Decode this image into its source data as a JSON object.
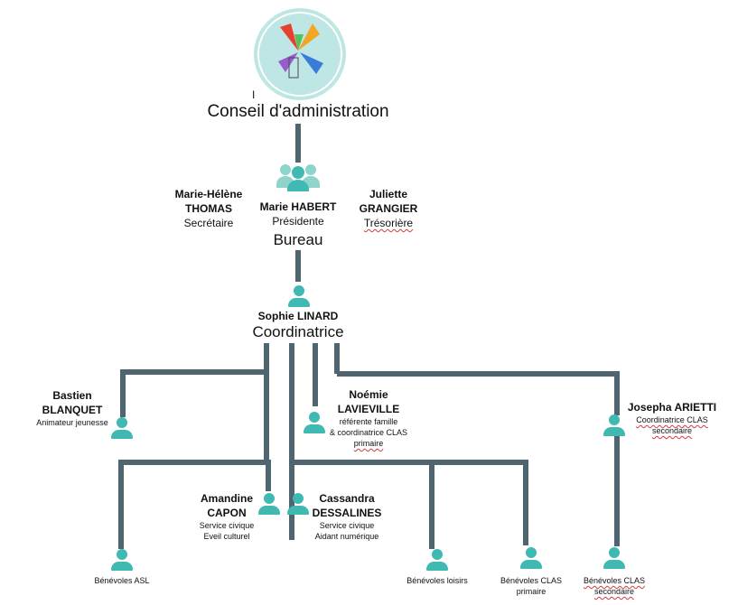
{
  "colors": {
    "accent": "#3fb9b1",
    "line": "#4f6670",
    "logo_bg": "#bde6e4",
    "underline": "#d23b3b"
  },
  "logo": {
    "mark": "I"
  },
  "board": {
    "title": "Conseil d'administration",
    "icon": "people-group-icon"
  },
  "bureau": {
    "title": "Bureau",
    "secretary": {
      "first": "Marie-Hélène",
      "last": "THOMAS",
      "role": "Secrétaire"
    },
    "president": {
      "name": "Marie HABERT",
      "role": "Présidente"
    },
    "treasurer": {
      "first": "Juliette",
      "last": "GRANGIER",
      "role": "Trésorière"
    }
  },
  "coordinator": {
    "name": "Sophie LINARD",
    "role": "Coordinatrice"
  },
  "staff": {
    "bastien": {
      "first": "Bastien",
      "last": "BLANQUET",
      "role": "Animateur jeunesse"
    },
    "noemie": {
      "first": "Noémie",
      "last": "LAVIEVILLE",
      "role1": "référente famille",
      "role2": "& coordinatrice CLAS",
      "role3": "primaire"
    },
    "josepha": {
      "name": "Josepha ARIETTI",
      "role1": "Coordinatrice CLAS",
      "role2": "secondaire"
    },
    "amandine": {
      "first": "Amandine",
      "last": "CAPON",
      "role1": "Service civique",
      "role2": "Eveil culturel"
    },
    "cassandra": {
      "first": "Cassandra",
      "last": "DESSALINES",
      "role1": "Service civique",
      "role2": "Aidant numérique"
    }
  },
  "volunteers": {
    "asl": "Bénévoles ASL",
    "loisirs": "Bénévoles loisirs",
    "clas_primaire_1": "Bénévoles CLAS",
    "clas_primaire_2": "primaire",
    "clas_secondaire_1": "Bénévoles CLAS",
    "clas_secondaire_2": "secondaire"
  }
}
